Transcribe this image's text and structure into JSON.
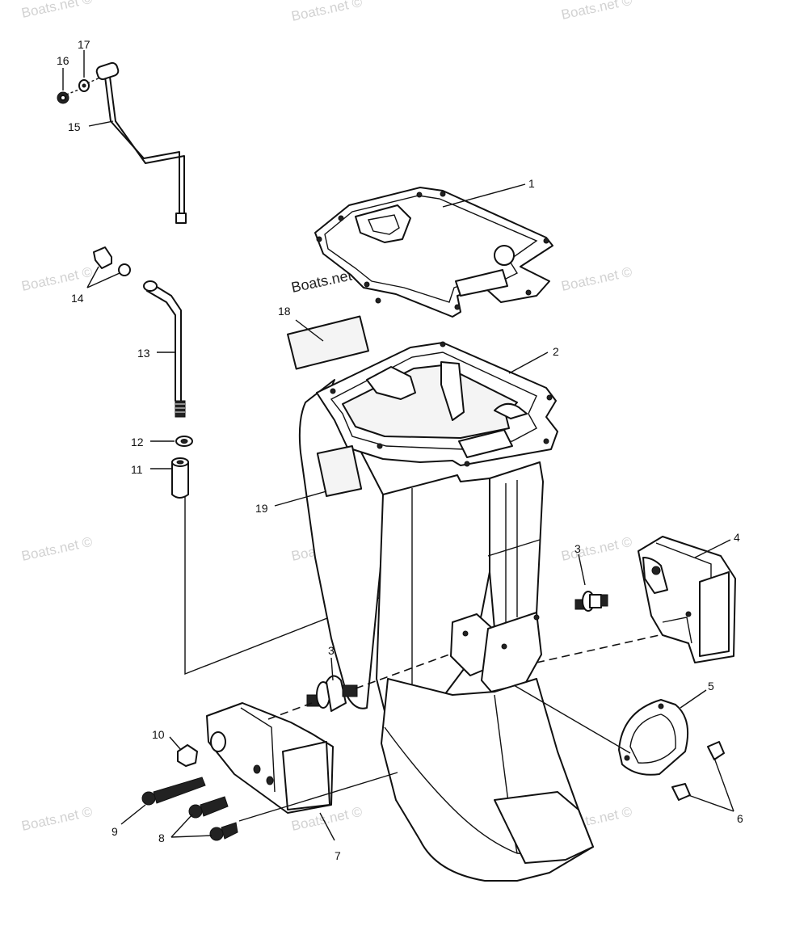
{
  "watermark": {
    "text": "Boats.net ©",
    "color": "#cfcfcf"
  },
  "callouts": [
    {
      "id": "1",
      "label": "1"
    },
    {
      "id": "2",
      "label": "2"
    },
    {
      "id": "3a",
      "label": "3"
    },
    {
      "id": "3b",
      "label": "3"
    },
    {
      "id": "4",
      "label": "4"
    },
    {
      "id": "5",
      "label": "5"
    },
    {
      "id": "6",
      "label": "6"
    },
    {
      "id": "7",
      "label": "7"
    },
    {
      "id": "8",
      "label": "8"
    },
    {
      "id": "9",
      "label": "9"
    },
    {
      "id": "10",
      "label": "10"
    },
    {
      "id": "11",
      "label": "11"
    },
    {
      "id": "12",
      "label": "12"
    },
    {
      "id": "13",
      "label": "13"
    },
    {
      "id": "14",
      "label": "14"
    },
    {
      "id": "15",
      "label": "15"
    },
    {
      "id": "16",
      "label": "16"
    },
    {
      "id": "17",
      "label": "17"
    },
    {
      "id": "18",
      "label": "18"
    },
    {
      "id": "19",
      "label": "19"
    }
  ]
}
